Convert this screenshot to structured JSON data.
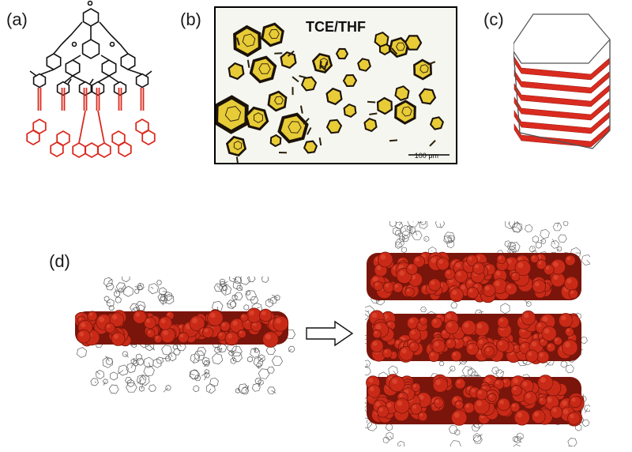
{
  "panels": {
    "a": {
      "label": "(a)"
    },
    "b": {
      "label": "(b)",
      "title": "TCE/THF",
      "scale_bar": "100 μm"
    },
    "c": {
      "label": "(c)"
    },
    "d": {
      "label": "(d)"
    }
  },
  "colors": {
    "highlight": "#d92b1f",
    "sphere_red": "#c92a17",
    "sphere_dark": "#7a150b",
    "frame_gray": "#5a5a5a",
    "crystal_yellow": "#e8cc37",
    "crystal_edge": "#1b1208",
    "stick_black": "#111111"
  },
  "icons": {
    "arrow": "hollow-right-arrow-icon"
  }
}
